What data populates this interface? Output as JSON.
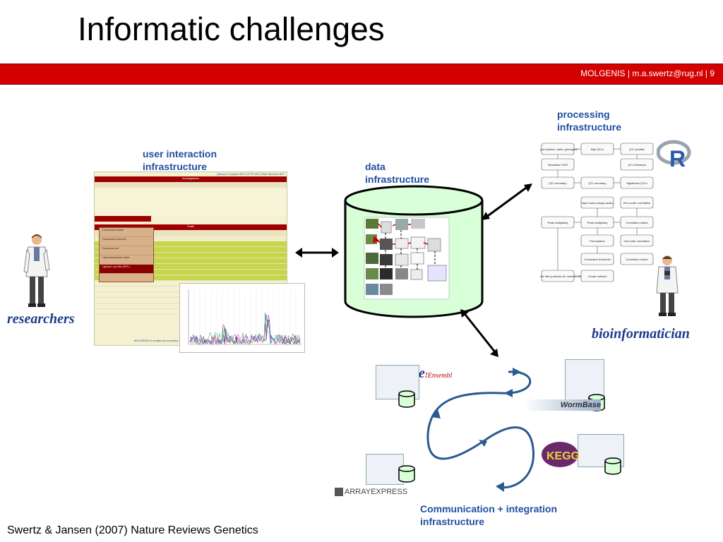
{
  "slide": {
    "title": "Informatic challenges",
    "header_bar": "MOLGENIS  |  m.a.swertz@rug.nl  |  9",
    "citation": "Swertz & Jansen (2007) Nature Reviews Genetics"
  },
  "labels": {
    "user_interaction": "user interaction infrastructure",
    "data": "data infrastructure",
    "processing": "processing infrastructure",
    "communication": "Communication + integration infrastructure"
  },
  "roles": {
    "researchers": "researchers",
    "bioinformatician": "bioinformatician"
  },
  "logos": {
    "ensembl": "Ensembl",
    "wormbase": "WormBase",
    "arrayexpress": "ARRAYEXPRESS",
    "kegg": "KEGG",
    "r": "R"
  },
  "app_screenshot": {
    "top_links": "| About | R-project API | HTTP API | Web Services API",
    "panel1_title": "Investigations",
    "panel2_title": "Traits",
    "menu_items": [
      "Download visible",
      "Download selected",
      "Download all",
      "Upload/add/new data",
      "Upload .csv file (MTL)"
    ],
    "footer": "MOLGENIS is created by Inventory"
  },
  "flowchart_nodes": [
    "Input markers, traits, genotypes",
    "Map QTLs",
    "QTL profiles",
    "Simulation FDR",
    "QTL threshold",
    "QTL summary",
    "QTL summary",
    "Significant QTLs",
    "Input mass charge peaks",
    "Zero-order correlation",
    "Peak multiplicity",
    "Peak multiplicity",
    "Correlation matrix",
    "Permutation",
    "2nd-order correlation",
    "Correlation threshold",
    "Correlation matrix",
    "Network files (network.sif, network.xls)",
    "Create network"
  ]
}
